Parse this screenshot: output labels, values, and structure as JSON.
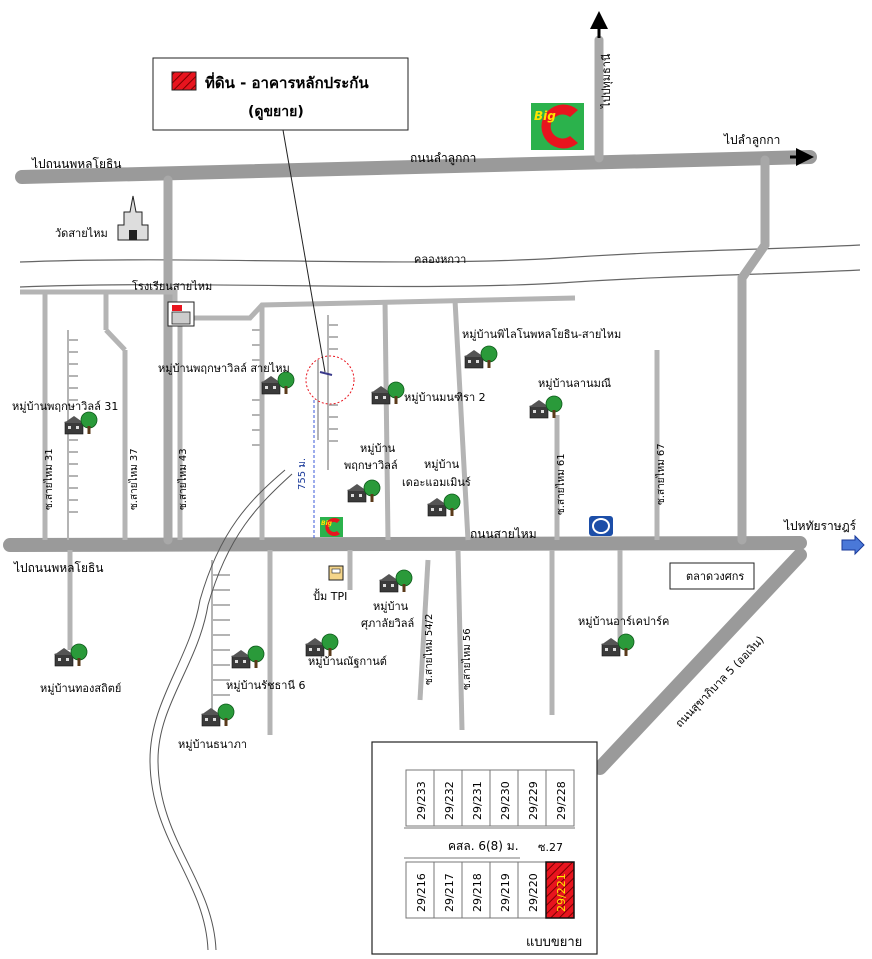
{
  "legend": {
    "title": "ที่ดิน - อาคารหลักประกัน",
    "subtitle": "(ดูขยาย)",
    "color": "#e8141e"
  },
  "roads": {
    "north_left": "ไปถนนพหลโยธิน",
    "north_mid": "ถนนลำลูกกา",
    "north_right": "ไปลำลูกกา",
    "to_pathum": "ไปปทุมธานี",
    "canal": "คลองหกวา",
    "south_left": "ไปถนนพหลโยธิน",
    "south_mid": "ถนนสายไหม",
    "south_right": "ไปหทัยราษฎร์",
    "sukhaphiban": "ถนนสุขาภิบาล 5 (ออเงิน)",
    "distance": "755 ม."
  },
  "places": {
    "temple": "วัดสายไหม",
    "school": "โรงเรียนสายไหม",
    "bigc": "Big C",
    "pttvillas_saimai": "หมู่บ้านพฤกษาวิลล์ สายไหม",
    "pttvillas_31": "หมู่บ้านพฤกษาวิลล์ 31",
    "philinor": "หมู่บ้านพิไลโนพหลโยธิน-สายไหม",
    "monthira": "หมู่บ้านมนฑิรา 2",
    "lanmanee": "หมู่บ้านลานมณี",
    "pruksa": "หมู่บ้าน\nพฤกษาวิลล์",
    "dhamma": "หมู่บ้าน\nเดอะแอมเมินร์",
    "tpi": "ปั้ม TPI",
    "suphalai": "หมู่บ้าน\nศุภาลัยวิลล์",
    "niratsan": "หมู่บ้านณัฐกานต์",
    "thongsathit": "หมู่บ้านทองสถิตย์",
    "ratchathani": "หมู่บ้านรัชธานี 6",
    "thanapha": "หมู่บ้านธนาภา",
    "arkpark": "หมู่บ้านอาร์เคปาร์ค",
    "market": "ตลาดวงศกร"
  },
  "sois": {
    "s31": "ซ.สายไหม 31",
    "s37": "ซ.สายไหม 37",
    "s43": "ซ.สายไหม 43",
    "s61": "ซ.สายไหม 61",
    "s67": "ซ.สายไหม 67",
    "s542": "ซ.สายไหม 54/2",
    "s56": "ซ.สายไหม 56"
  },
  "inset": {
    "top_lots": [
      "29/233",
      "29/232",
      "29/231",
      "29/230",
      "29/229",
      "29/228"
    ],
    "bottom_lots": [
      "29/216",
      "29/217",
      "29/218",
      "29/219",
      "29/220",
      "29/221"
    ],
    "highlight_lot": "29/221",
    "road_label": "คสล. 6(8) ม.",
    "soi_label": "ซ.27",
    "caption": "แบบขยาย"
  }
}
